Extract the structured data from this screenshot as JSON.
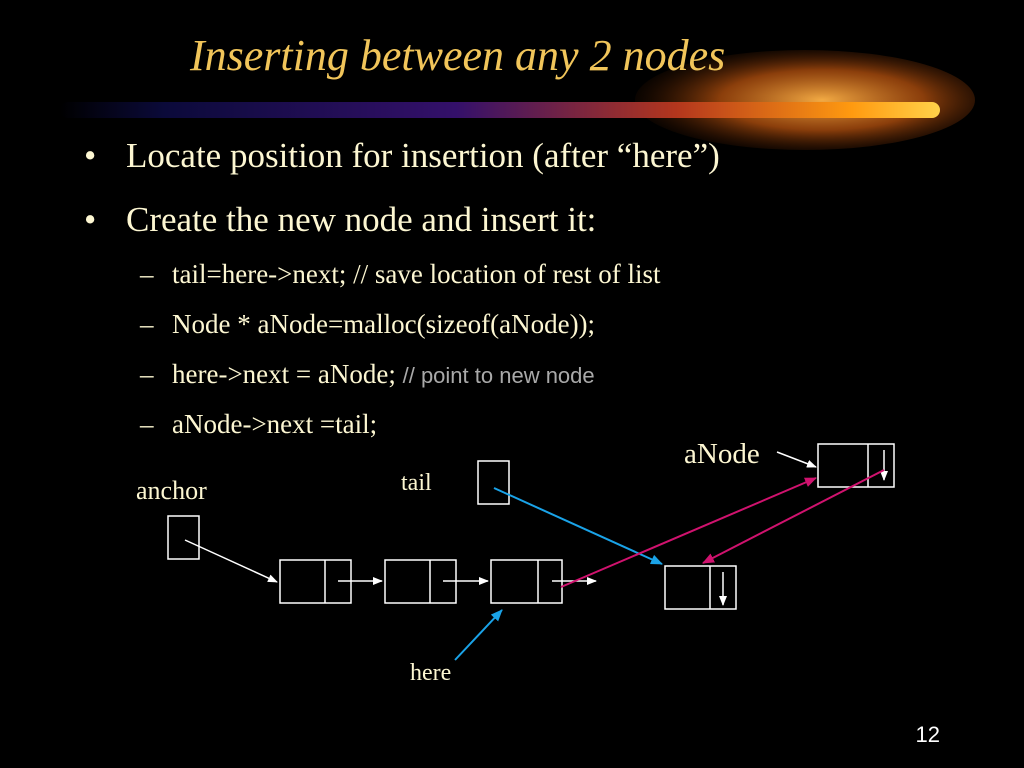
{
  "slide": {
    "title": "Inserting between any 2 nodes",
    "bullets": [
      {
        "bullet": "•",
        "text": "Locate position for insertion (after “here”)"
      },
      {
        "bullet": "•",
        "text": "Create the new node and insert it:"
      }
    ],
    "sub_bullets": [
      {
        "dash": "–",
        "text": "tail=here->next; // save location of rest of list",
        "comment": ""
      },
      {
        "dash": "–",
        "text": "Node * aNode=malloc(sizeof(aNode));",
        "comment": ""
      },
      {
        "dash": "–",
        "text": "here->next = aNode; ",
        "comment": "// point to new node"
      },
      {
        "dash": "–",
        "text": "aNode->next =tail;",
        "comment": ""
      }
    ],
    "page_number": "12"
  },
  "diagram": {
    "labels": {
      "anchor": "anchor",
      "tail": "tail",
      "here": "here",
      "aNode": "aNode"
    },
    "colors": {
      "line": "#ffffff",
      "blue_arrow": "#1aa3e8",
      "magenta_arrow": "#d0126e",
      "title": "#f1c55a",
      "text": "#fdf7d2"
    }
  }
}
